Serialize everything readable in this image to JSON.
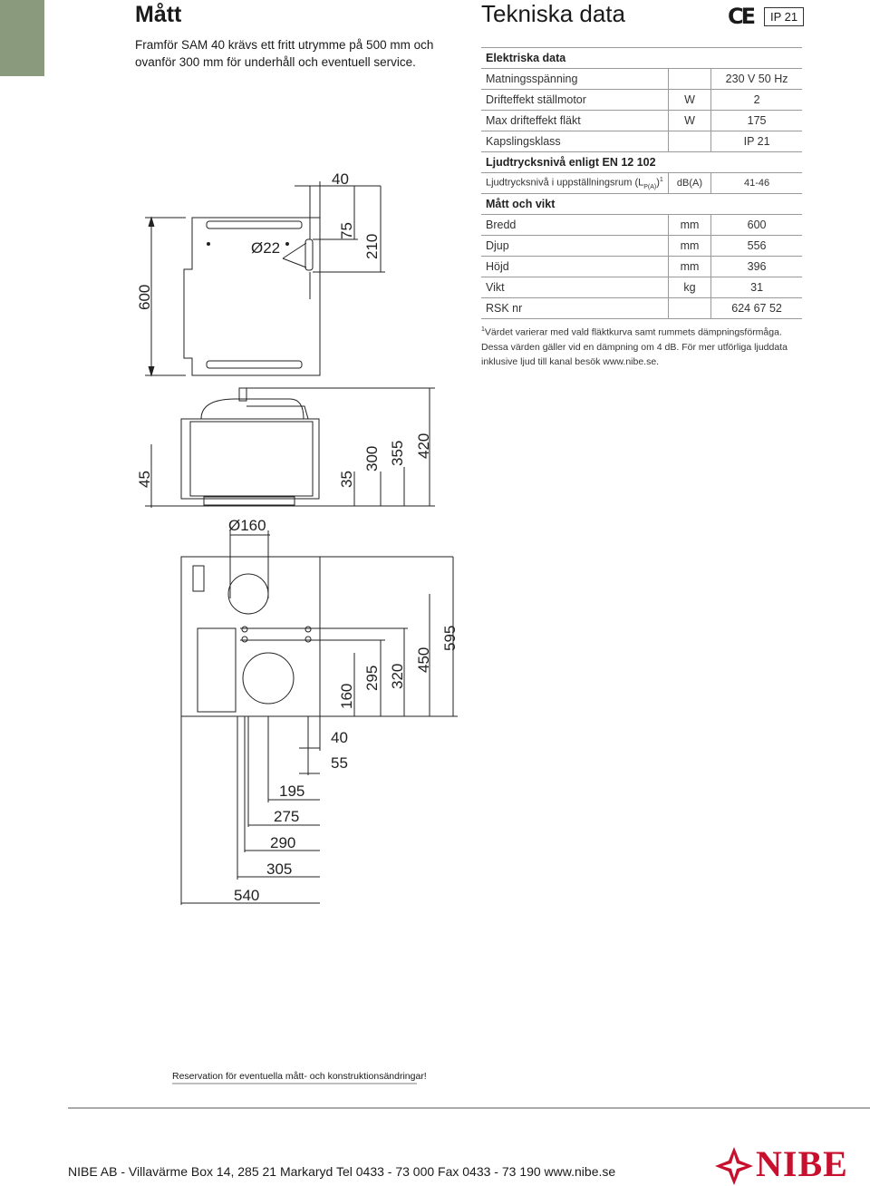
{
  "left_title": "Mått",
  "intro": "Framför SAM 40 krävs ett fritt utrymme på 500 mm och ovanför 300 mm för underhåll och eventuell service.",
  "right_title": "Tekniska data",
  "ce_mark": "CE",
  "ip_badge": "IP 21",
  "spec": {
    "section_electric": "Elektriska data",
    "rows_electric": [
      {
        "label": "Matningsspänning",
        "unit": "",
        "value": "230 V  50 Hz"
      },
      {
        "label": "Drifteffekt ställmotor",
        "unit": "W",
        "value": "2"
      },
      {
        "label": "Max drifteffekt fläkt",
        "unit": "W",
        "value": "175"
      },
      {
        "label": "Kapslingsklass",
        "unit": "",
        "value": "IP 21"
      }
    ],
    "section_sound": "Ljudtrycksnivå enligt EN 12 102",
    "sound_row": {
      "label": "Ljudtrycksnivå i uppställningsrum (L",
      "sub": "P(A)",
      "sup": "1",
      "close": ")",
      "unit": "dB(A)",
      "value": "41-46"
    },
    "section_dims": "Mått och vikt",
    "rows_dims": [
      {
        "label": "Bredd",
        "unit": "mm",
        "value": "600"
      },
      {
        "label": "Djup",
        "unit": "mm",
        "value": "556"
      },
      {
        "label": "Höjd",
        "unit": "mm",
        "value": "396"
      },
      {
        "label": "Vikt",
        "unit": "kg",
        "value": "31"
      },
      {
        "label": "RSK nr",
        "unit": "",
        "value": "624 67 52"
      }
    ]
  },
  "footnote_marker": "1",
  "footnote": "Värdet varierar med vald fläktkurva samt rummets dämpningsförmåga. Dessa värden gäller vid en dämpning om 4 dB. För mer utförliga ljuddata inklusive ljud till kanal besök www.nibe.se.",
  "dims": {
    "front": {
      "height": "600",
      "top": "40",
      "pipe_a": "75",
      "pipe_b": "210",
      "pipe_dia": "Ø22"
    },
    "side": {
      "left": "45",
      "d35": "35",
      "d300": "300",
      "d355": "355",
      "d420": "420"
    },
    "top": {
      "duct_dia": "Ø160",
      "d160": "160",
      "d295": "295",
      "d320": "320",
      "d450": "450",
      "d595": "595",
      "d40": "40",
      "d55": "55",
      "d195": "195",
      "d275": "275",
      "d290": "290",
      "d305": "305",
      "d540": "540"
    }
  },
  "reservation": "Reservation för eventuella mått- och konstruktionsändringar!",
  "footer": "NIBE AB - Villavärme  Box 14, 285 21 Markaryd  Tel 0433 - 73 000  Fax 0433 - 73 190  www.nibe.se",
  "logo": "NIBE",
  "colors": {
    "side_tab": "#8a9a7c",
    "logo_red": "#c8102e"
  }
}
